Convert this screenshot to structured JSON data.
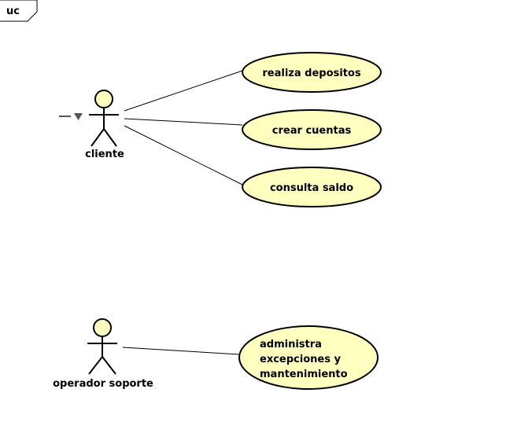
{
  "diagram": {
    "frame_label": "uc",
    "colors": {
      "element_fill": "#ffffc0",
      "stroke": "#000000",
      "marker": "#555555"
    }
  },
  "actors": {
    "cliente": {
      "label": "cliente"
    },
    "operador": {
      "label": "operador soporte"
    }
  },
  "use_cases": {
    "depositos": {
      "label": "realiza depositos"
    },
    "cuentas": {
      "label": "crear cuentas"
    },
    "saldo": {
      "label": "consulta saldo"
    },
    "excepciones": {
      "lines": [
        "administra",
        "excepciones y",
        "mantenimiento"
      ]
    }
  },
  "associations": [
    {
      "actor": "cliente",
      "use_case": "realiza depositos"
    },
    {
      "actor": "cliente",
      "use_case": "crear cuentas"
    },
    {
      "actor": "cliente",
      "use_case": "consulta saldo"
    },
    {
      "actor": "operador soporte",
      "use_case": "administra excepciones y mantenimiento"
    }
  ]
}
